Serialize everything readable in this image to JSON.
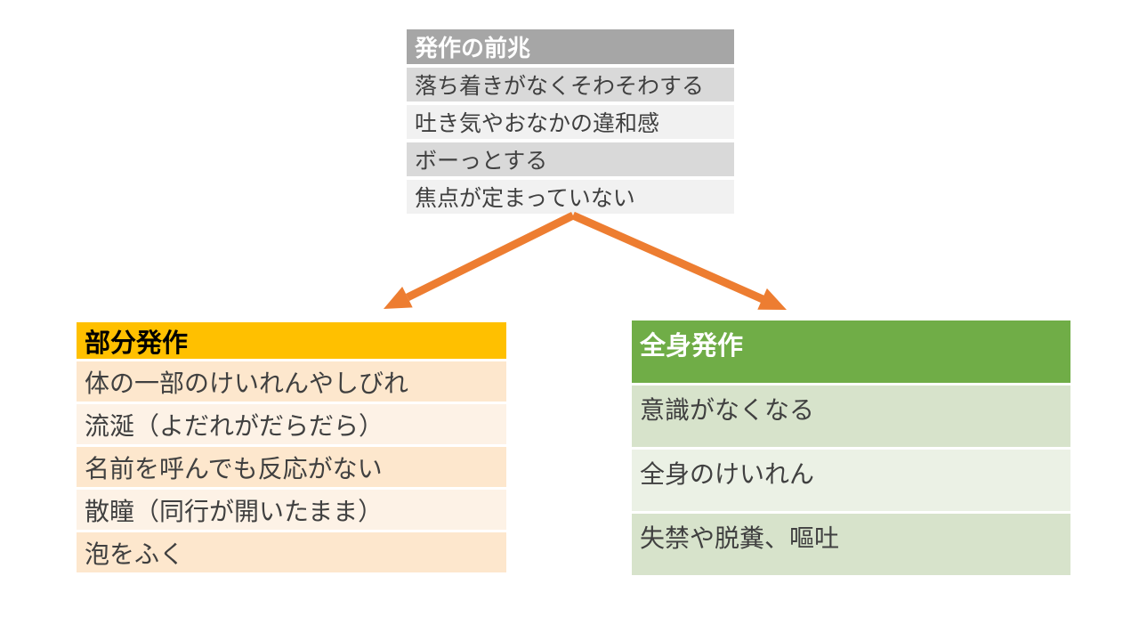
{
  "colors": {
    "arrow": "#ED7D31",
    "top_header_bg": "#A6A6A6",
    "top_row_dark": "#D9D9D9",
    "top_row_light": "#F1F1F1",
    "left_header_bg": "#FFC000",
    "left_row_dark": "#FDE7CD",
    "left_row_light": "#FDF2E6",
    "right_header_bg": "#70AD47",
    "right_row_dark": "#D7E3CB",
    "right_row_light": "#EBF1E5"
  },
  "top_table": {
    "header": "発作の前兆",
    "rows": [
      "落ち着きがなくそわそわする",
      "吐き気やおなかの違和感",
      "ボーっとする",
      "焦点が定まっていない"
    ]
  },
  "left_table": {
    "header": "部分発作",
    "rows": [
      "体の一部のけいれんやしびれ",
      "流涎（よだれがだらだら）",
      "名前を呼んでも反応がない",
      "散瞳（同行が開いたまま）",
      "泡をふく"
    ]
  },
  "right_table": {
    "header": "全身発作",
    "rows": [
      "意識がなくなる",
      "全身のけいれん",
      "失禁や脱糞、嘔吐"
    ]
  }
}
